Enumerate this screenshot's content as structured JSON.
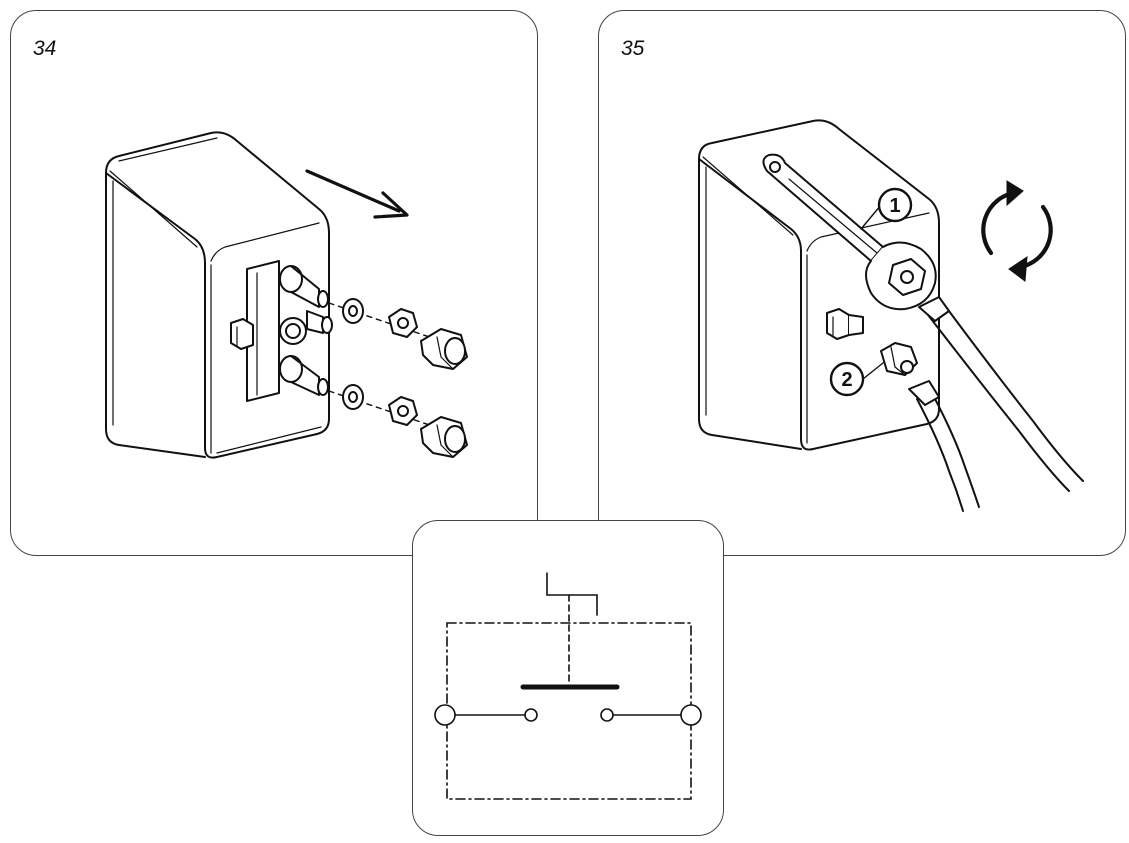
{
  "steps": [
    {
      "number": "34"
    },
    {
      "number": "35"
    }
  ],
  "callouts": [
    "1",
    "2"
  ],
  "icons": {
    "remove_arrow": "arrow-right-icon",
    "tighten": "rotate-arrows-icon"
  },
  "colors": {
    "line": "#111111",
    "panel_border": "#444444",
    "background": "#ffffff"
  }
}
